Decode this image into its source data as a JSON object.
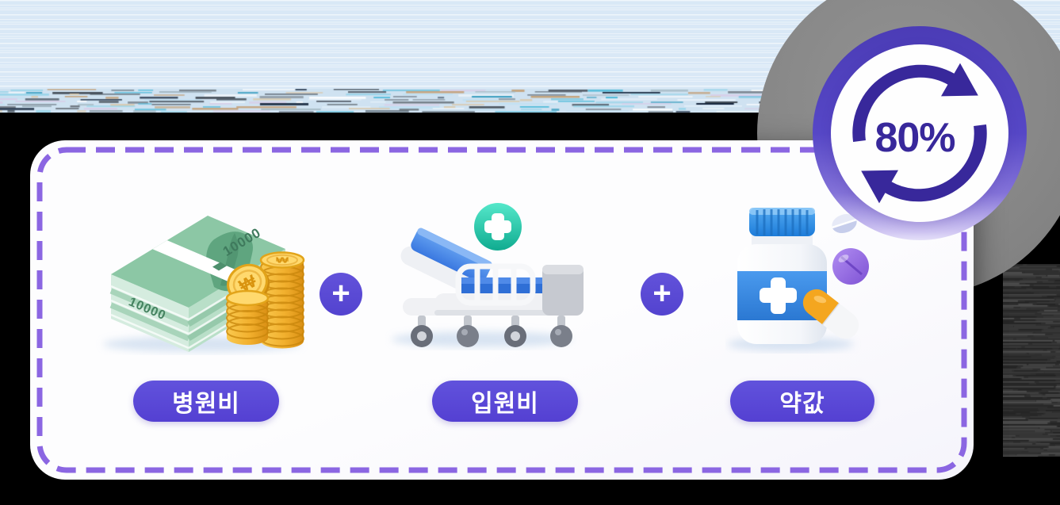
{
  "badge": {
    "value": "80%",
    "icon": "sync-arrows"
  },
  "card": {
    "items": [
      {
        "label": "병원비",
        "icon": "money-stack"
      },
      {
        "label": "입원비",
        "icon": "hospital-bed"
      },
      {
        "label": "약값",
        "icon": "medicine-bottle"
      }
    ],
    "operators": {
      "first": "+",
      "second": "+"
    }
  },
  "money_icon": {
    "bill_text": "10000",
    "coin_symbol": "₩"
  },
  "colors": {
    "accent_purple": "#5b48d8",
    "dashed_border": "#8b66e2",
    "badge_ink": "#38289b",
    "badge_ring": "#5343c1",
    "badge_outer_gray": "#8a8a8a",
    "sky": "#d9e8f6",
    "background": "#000000",
    "teal_cross": "#1db79c",
    "bill_green": "#8cc7a5",
    "coin_gold": "#f2b02e",
    "cap_blue": "#2f8fe8"
  }
}
